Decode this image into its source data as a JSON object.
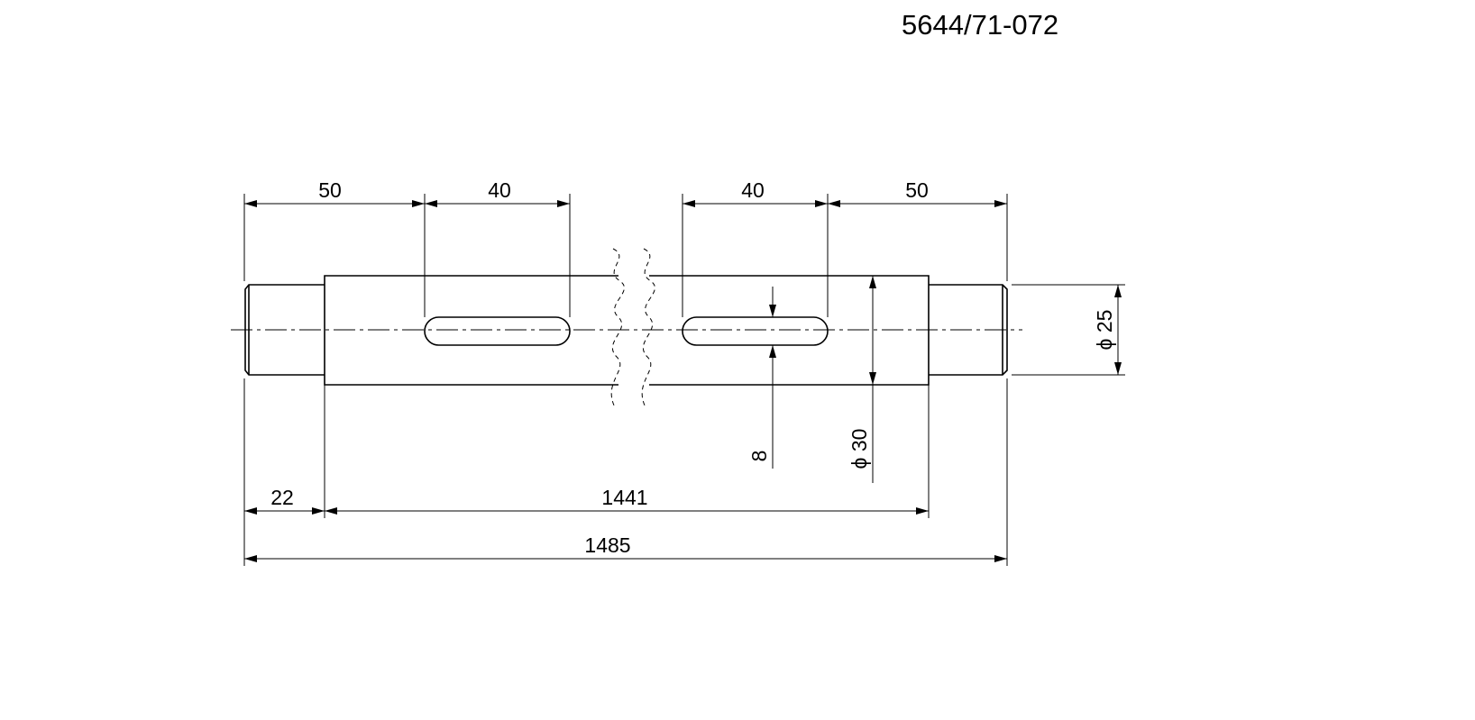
{
  "drawing": {
    "part_number": "5644/71-072",
    "dimensions": {
      "left_end_to_slot": "50",
      "left_slot_length": "40",
      "right_slot_length": "40",
      "right_slot_to_end": "50",
      "journal_diameter": "25",
      "shaft_diameter": "30",
      "slot_width": "8",
      "journal_length": "22",
      "body_length": "1441",
      "overall_length": "1485"
    },
    "diameter_symbol": "ϕ"
  }
}
